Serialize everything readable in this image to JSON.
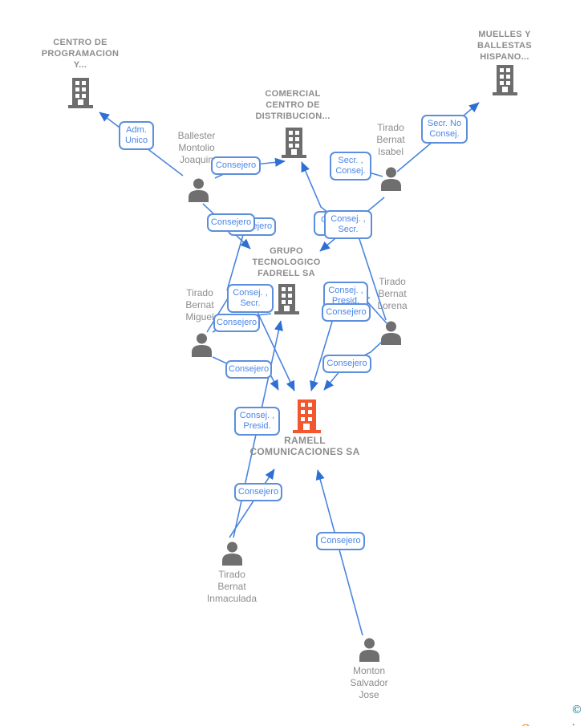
{
  "colors": {
    "line_blue": "#4a85e0",
    "arrow_blue": "#2e6fd4",
    "box_border_blue": "#5b8fdc",
    "box_text_blue": "#4a86e8",
    "entity_gray": "#8d8d8d",
    "icon_gray": "#6f6f6f",
    "ramell_orange": "#f2572d",
    "logo_teal": "#1b7f93",
    "logo_orange": "#f6921e"
  },
  "companies": {
    "centro": {
      "lines": [
        "CENTRO DE",
        "PROGRAMACION",
        "Y..."
      ]
    },
    "comercial": {
      "lines": [
        "COMERCIAL",
        "CENTRO DE",
        "DISTRIBUCION..."
      ]
    },
    "muelles": {
      "lines": [
        "MUELLES Y",
        "BALLESTAS",
        "HISPANO..."
      ]
    },
    "grupo": {
      "lines": [
        "GRUPO",
        "TECNOLOGICO",
        "FADRELL SA"
      ]
    },
    "ramell": {
      "lines": [
        "RAMELL",
        "COMUNICACIONES SA"
      ]
    }
  },
  "people": {
    "ballester": {
      "lines": [
        "Ballester",
        "Montolio",
        "Joaquin"
      ]
    },
    "isabel": {
      "lines": [
        "Tirado",
        "Bernat",
        "Isabel"
      ]
    },
    "miguel": {
      "lines": [
        "Tirado",
        "Bernat",
        "Miguel"
      ]
    },
    "lorena": {
      "lines": [
        "Tirado",
        "Bernat",
        "Lorena"
      ]
    },
    "inmaculada": {
      "lines": [
        "Tirado",
        "Bernat",
        "Inmaculada"
      ]
    },
    "monton": {
      "lines": [
        "Monton",
        "Salvador",
        "Jose"
      ]
    }
  },
  "relations": {
    "adm_unico": {
      "lines": [
        "Adm.",
        "Unico"
      ]
    },
    "consejero_b": {
      "lines": [
        "Consejero"
      ]
    },
    "consejero_c": {
      "lines": [
        "Consejero"
      ]
    },
    "consejero_d": {
      "lines": [
        "Consejero"
      ]
    },
    "secr_consej_e": {
      "lines": [
        "Secr. ,",
        "Consej."
      ]
    },
    "secr_no_consej_f": {
      "lines": [
        "Secr. No",
        "Consej."
      ]
    },
    "partial_g2": {
      "lines": [
        "C"
      ]
    },
    "consej_secr_g": {
      "lines": [
        "Consej. ,",
        "Secr."
      ]
    },
    "consej_secr_h": {
      "lines": [
        "Consej. ,",
        "Secr."
      ]
    },
    "consejero_i": {
      "lines": [
        "Consejero"
      ]
    },
    "consej_presid_j": {
      "lines": [
        "Consej. ,",
        "Presid."
      ]
    },
    "consejero_j2": {
      "lines": [
        "Consejero"
      ]
    },
    "consejero_k": {
      "lines": [
        "Consejero"
      ]
    },
    "consejero_l": {
      "lines": [
        "Consejero"
      ]
    },
    "consej_presid_m": {
      "lines": [
        "Consej. ,",
        "Presid."
      ]
    },
    "consejero_n": {
      "lines": [
        "Consejero"
      ]
    },
    "consejero_o": {
      "lines": [
        "Consejero"
      ]
    }
  },
  "logo": {
    "copyright": "©",
    "brand_first": "e",
    "brand_rest": "mpresia"
  }
}
